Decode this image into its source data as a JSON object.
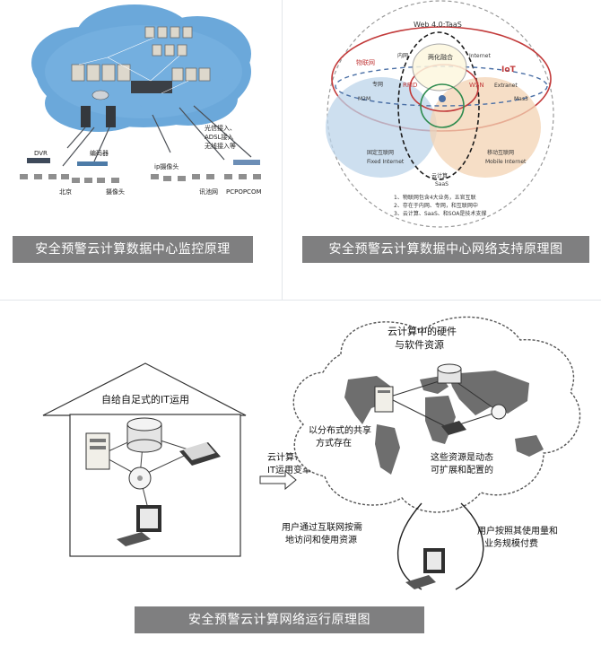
{
  "panels": {
    "monitor": {
      "caption": "安全预警云计算数据中心监控原理",
      "labels": {
        "access": [
          "光信接入、",
          "ADSL接入",
          "无线接入等"
        ],
        "dvr": "DVR",
        "encoder": "编码器",
        "camera": "摄像头",
        "ip_camera": "ip摄像头",
        "beijing": "北京",
        "xunchi": "讯池网",
        "pcpop": "PCPOPCOM"
      }
    },
    "network": {
      "caption": "安全预警云计算数据中心网络支持原理图",
      "labels": {
        "web": "Web 4.0:TaaS",
        "iot": "IoT",
        "wuliang": "物联网",
        "neiwang": "内网",
        "lianghua": "两化融合",
        "internet": "Internet",
        "zhuanwang": "专网",
        "rfid": "RFID",
        "wsn": "WSN",
        "extranet": "Extranet",
        "m2m_left": "M2M",
        "m2m_right": "Mas3",
        "gudinghulian": "固定互联网",
        "fixed_internet": "Fixed Internet",
        "mobile_left": "移动互联网",
        "mobile_internet": "Mobile Internet",
        "yunjisuan": "云计算",
        "saas": "SaaS",
        "notes": [
          "1、物联网包含4大业务，五官互联",
          "2、存在于内网、专网，和互联网中",
          "3、云计算、SaaS、和SOA是技术支撑"
        ]
      }
    },
    "operation": {
      "caption": "安全预警云计算网络运行原理图",
      "labels": {
        "house_title": "自给自足式的IT运用",
        "change": [
          "云计算带来的",
          "IT运用变革"
        ],
        "cloud_title": [
          "云计算中的硬件",
          "与软件资源"
        ],
        "distributed": [
          "以分布式的共享",
          "方式存在"
        ],
        "dynamic": [
          "这些资源是动态",
          "可扩展和配置的"
        ],
        "access_left": [
          "用户通过互联网按需",
          "地访问和使用资源"
        ],
        "access_right": [
          "用户按照其使用量和",
          "业务规模付费"
        ]
      }
    }
  }
}
